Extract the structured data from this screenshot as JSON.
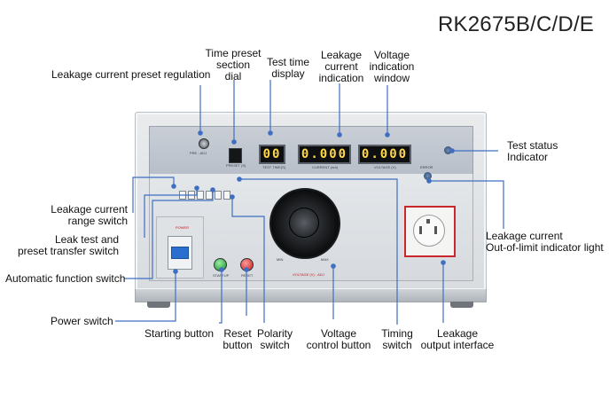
{
  "model": "RK2675B/C/D/E",
  "callouts": {
    "leakage_preset_regulation": "Leakage current preset regulation",
    "time_preset_dial": [
      "Time preset",
      "section",
      "dial"
    ],
    "test_time_display": [
      "Test time",
      "display"
    ],
    "leakage_current_indication": [
      "Leakage",
      "current",
      "indication"
    ],
    "voltage_indication_window": [
      "Voltage",
      "indication",
      "window"
    ],
    "test_status_indicator": [
      "Test status",
      "Indicator"
    ],
    "leakage_range_switch": [
      "Leakage current",
      "range switch"
    ],
    "leak_test_transfer_switch": [
      "Leak test and",
      "preset transfer switch"
    ],
    "automatic_function_switch": "Automatic function switch",
    "power_switch": "Power switch",
    "starting_button": "Starting button",
    "reset_button": [
      "Reset",
      "button"
    ],
    "polarity_switch": [
      "Polarity",
      "switch"
    ],
    "voltage_control_button": [
      "Voltage",
      "control button"
    ],
    "timing_switch": [
      "Timing",
      "switch"
    ],
    "leakage_output_interface": [
      "Leakage",
      "output interface"
    ],
    "leakage_out_of_limit": [
      "Leakage current",
      "Out-of-limit indicator light"
    ]
  },
  "panel": {
    "time_display": "00",
    "current_display": "0.000",
    "voltage_display": "0.000",
    "labels": {
      "pre_adj": "PRE - ADJ",
      "preset": "PRESET (S)",
      "test_time": "TEST TIME(S)",
      "current": "CURRENT (mA)",
      "voltage": "VOLTAGE (V)",
      "power": "POWER",
      "startup": "STARTUP",
      "reset": "RESET",
      "min": "MIN",
      "max": "MAX",
      "voltage_adj": "VOLTAGE (V) - ADJ",
      "error": "ERROR"
    }
  },
  "colors": {
    "display_digits": "#ffd84a",
    "leader_line": "#3f6fc2",
    "start_button": "#138a2b",
    "reset_button": "#c11818",
    "socket_frame": "#c9272d"
  }
}
